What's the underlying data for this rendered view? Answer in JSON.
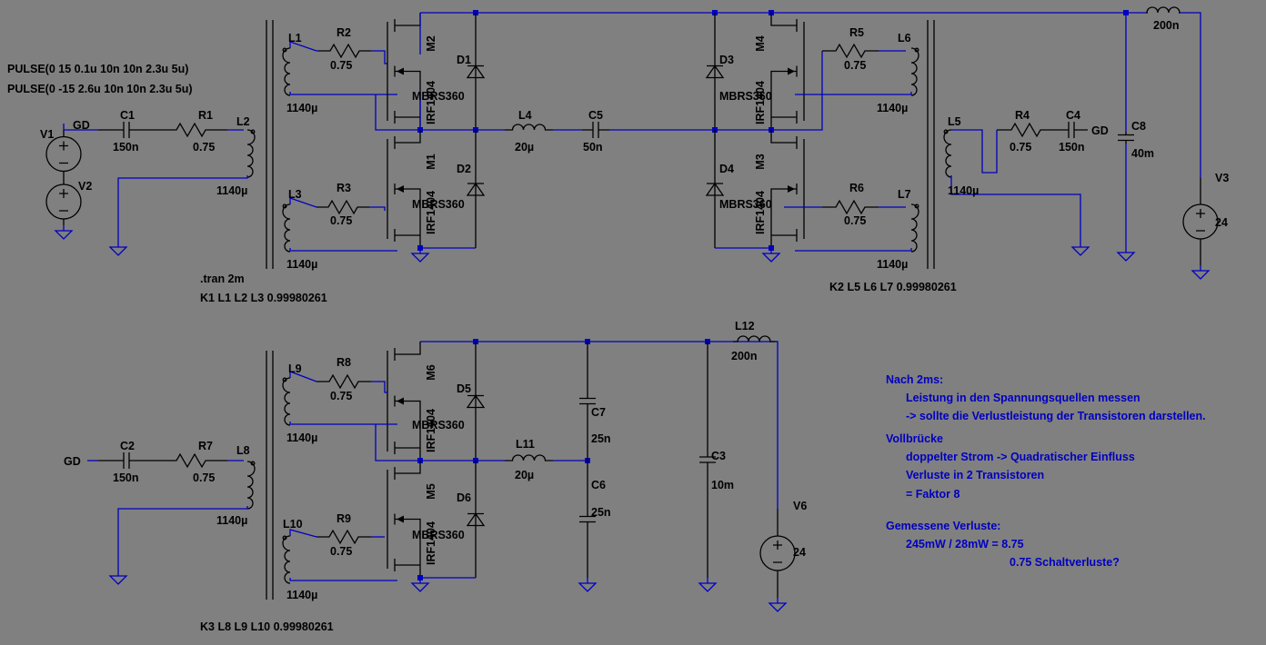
{
  "directives": {
    "pulse1": "PULSE(0 15 0.1u 10n 10n 2.3u 5u)",
    "pulse2": "PULSE(0 -15 2.6u 10n 10n 2.3u 5u)",
    "tran": ".tran 2m",
    "k1": "K1 L1 L2 L3 0.99980261",
    "k2": "K2 L5 L6 L7 0.99980261",
    "k3": "K3 L8 L9 L10 0.99980261"
  },
  "nets": {
    "gd1": "GD",
    "gd2": "GD",
    "gd3": "GD"
  },
  "components": {
    "V1": {
      "name": "V1"
    },
    "V2": {
      "name": "V2"
    },
    "V3": {
      "name": "V3",
      "value": "24"
    },
    "V6": {
      "name": "V6",
      "value": "24"
    },
    "C1": {
      "name": "C1",
      "value": "150n"
    },
    "C2": {
      "name": "C2",
      "value": "150n"
    },
    "C3": {
      "name": "C3",
      "value": "10m"
    },
    "C4": {
      "name": "C4",
      "value": "150n"
    },
    "C5": {
      "name": "C5",
      "value": "50n"
    },
    "C6": {
      "name": "C6",
      "value": "25n"
    },
    "C7": {
      "name": "C7",
      "value": "25n"
    },
    "C8": {
      "name": "C8",
      "value": "40m"
    },
    "R1": {
      "name": "R1",
      "value": "0.75"
    },
    "R2": {
      "name": "R2",
      "value": "0.75"
    },
    "R3": {
      "name": "R3",
      "value": "0.75"
    },
    "R4": {
      "name": "R4",
      "value": "0.75"
    },
    "R5": {
      "name": "R5",
      "value": "0.75"
    },
    "R6": {
      "name": "R6",
      "value": "0.75"
    },
    "R7": {
      "name": "R7",
      "value": "0.75"
    },
    "R8": {
      "name": "R8",
      "value": "0.75"
    },
    "R9": {
      "name": "R9",
      "value": "0.75"
    },
    "L1": {
      "name": "L1",
      "value": "1140µ"
    },
    "L2": {
      "name": "L2",
      "value": "1140µ"
    },
    "L3": {
      "name": "L3",
      "value": "1140µ"
    },
    "L4": {
      "name": "L4",
      "value": "20µ"
    },
    "L5": {
      "name": "L5",
      "value": "1140µ"
    },
    "L6": {
      "name": "L6",
      "value": "1140µ"
    },
    "L7": {
      "name": "L7",
      "value": "1140µ"
    },
    "L8": {
      "name": "L8",
      "value": "1140µ"
    },
    "L9": {
      "name": "L9",
      "value": "1140µ"
    },
    "L10": {
      "name": "L10",
      "value": "1140µ"
    },
    "L11": {
      "name": "L11",
      "value": "20µ"
    },
    "L12": {
      "name": "L12",
      "value": "200n"
    },
    "Ltop": {
      "value": "200n"
    },
    "M1": {
      "name": "M1",
      "value": "IRF1404"
    },
    "M2": {
      "name": "M2",
      "value": "IRF1404"
    },
    "M3": {
      "name": "M3",
      "value": "IRF1404"
    },
    "M4": {
      "name": "M4",
      "value": "IRF1404"
    },
    "M5": {
      "name": "M5",
      "value": "IRF1404"
    },
    "M6": {
      "name": "M6",
      "value": "IRF1404"
    },
    "D1": {
      "name": "D1",
      "value": "MBRS360"
    },
    "D2": {
      "name": "D2",
      "value": "MBRS360"
    },
    "D3": {
      "name": "D3",
      "value": "MBRS360"
    },
    "D4": {
      "name": "D4",
      "value": "MBRS360"
    },
    "D5": {
      "name": "D5",
      "value": "MBRS360"
    },
    "D6": {
      "name": "D6",
      "value": "MBRS360"
    }
  },
  "notes": [
    "Nach 2ms:",
    "Leistung in den Spannungsquellen messen",
    "-> sollte die Verlustleistung der Transistoren darstellen.",
    "Vollbrücke",
    "doppelter Strom -> Quadratischer Einfluss",
    "Verluste in 2 Transistoren",
    "= Faktor 8",
    "Gemessene Verluste:",
    "245mW / 28mW = 8.75",
    "0.75 Schaltverluste?"
  ]
}
